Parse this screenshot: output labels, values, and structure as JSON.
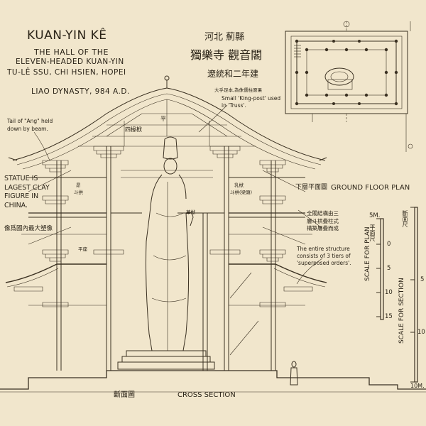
{
  "title": {
    "line1": "KUAN-YIN KÊ",
    "line2": "THE HALL OF THE",
    "line3": "ELEVEN-HEADED KUAN-YIN",
    "line4": "TU-LÊ SSU, CHI HSIEN, HOPEI",
    "line5": "LIAO DYNASTY, 984 A.D."
  },
  "chinese_title": {
    "line1": "河北 薊縣",
    "line2": "獨樂寺 觀音閣",
    "line3": "遼統和二年建"
  },
  "notes": {
    "tail_of_ang": "Tail of \"Ang\" held\ndown by beam.",
    "king_post_cn": "大乎足本,為侏儒柱原果",
    "king_post": "Small 'King-post' used\nin 'Truss'.",
    "statue": "STATUE IS\nLAGEST CLAY\nFIGURE IN\nCHINA.",
    "statue_cn": "像爲國內最大塑像",
    "structure_cn": "全閣結構由三\n層斗栱疊柱式\n構築層疊而成",
    "structure": "The entire structure\nconsists of 3 tiers of\n'superposed orders'."
  },
  "labels": {
    "ground_floor_plan_cn": "下層平面圖",
    "ground_floor_plan": "GROUND FLOOR PLAN",
    "cross_section_cn": "斷面圖",
    "cross_section": "CROSS SECTION",
    "scale_for_plan": "SCALE FOR PLAN",
    "scale_for_section": "SCALE FOR SECTION",
    "scale_plan_cn": "平面尺",
    "scale_section_cn": "斷面尺",
    "tag_ang": "昂",
    "tag_dou": "斗拱",
    "tag_four": "四椽栿",
    "tag_ping": "平",
    "tag_ruchan": "乳栿",
    "tag_bracket": "斗栱(梁頭)",
    "tag_cao": "草栿",
    "tag_seat": "平座"
  },
  "scales": {
    "plan": [
      "5M.",
      "0",
      "5",
      "10",
      "15"
    ],
    "section": [
      "5",
      "10"
    ],
    "section_end": "10M."
  }
}
